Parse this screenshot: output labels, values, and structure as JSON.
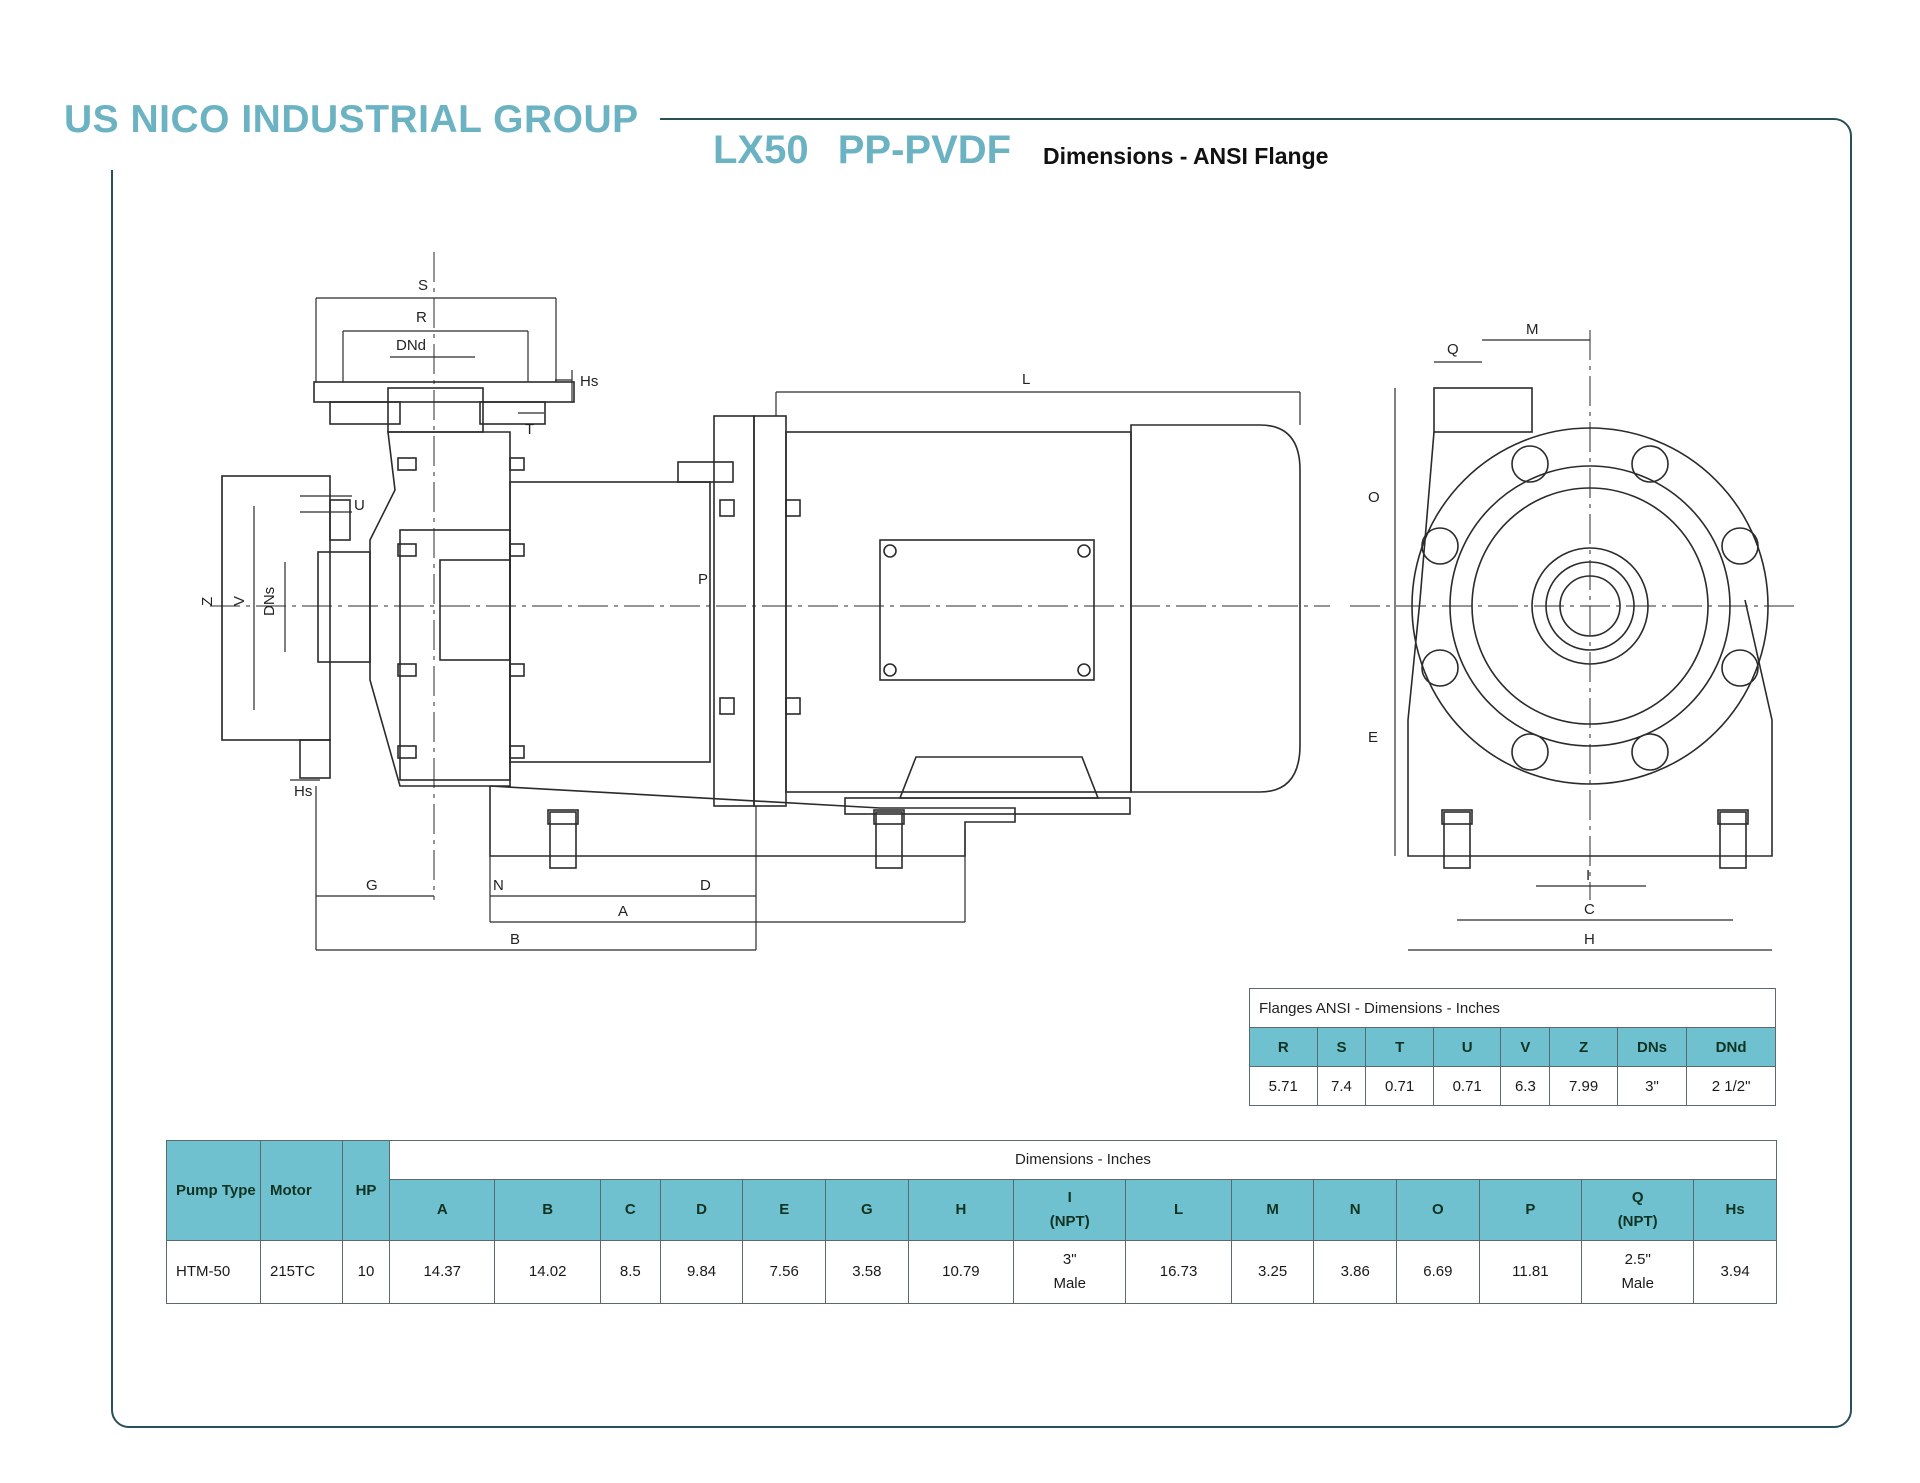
{
  "header": {
    "company": "US NICO INDUSTRIAL GROUP",
    "model": "LX50   PP-PVDF",
    "subtitle": "Dimensions - ANSI Flange"
  },
  "drawing_labels": {
    "S": "S",
    "R": "R",
    "DNd": "DNd",
    "Hs_top": "Hs",
    "T": "T",
    "U": "U",
    "Z": "Z",
    "V": "V",
    "DNs": "DNs",
    "Hs_bottom": "Hs",
    "L": "L",
    "P": "P",
    "G": "G",
    "N": "N",
    "D": "D",
    "A": "A",
    "B": "B",
    "Q": "Q",
    "M": "M",
    "O": "O",
    "E": "E",
    "I": "I",
    "C": "C",
    "H": "H"
  },
  "flanges_table": {
    "caption": "Flanges ANSI - Dimensions - Inches",
    "headers": [
      "R",
      "S",
      "T",
      "U",
      "V",
      "Z",
      "DNs",
      "DNd"
    ],
    "values": [
      "5.71",
      "7.4",
      "0.71",
      "0.71",
      "6.3",
      "7.99",
      "3\"",
      "2 1/2\""
    ]
  },
  "dimensions_table": {
    "caption": "Dimensions - Inches",
    "headers": {
      "pump_type": "Pump Type",
      "motor": "Motor",
      "hp": "HP",
      "A": "A",
      "B": "B",
      "C": "C",
      "D": "D",
      "E": "E",
      "G": "G",
      "H": "H",
      "I": "I",
      "I_sub": "(NPT)",
      "L": "L",
      "M": "M",
      "N": "N",
      "O": "O",
      "P": "P",
      "Q": "Q",
      "Q_sub": "(NPT)",
      "Hs": "Hs"
    },
    "row": {
      "pump_type": "HTM-50",
      "motor": "215TC",
      "hp": "10",
      "A": "14.37",
      "B": "14.02",
      "C": "8.5",
      "D": "9.84",
      "E": "7.56",
      "G": "3.58",
      "H": "10.79",
      "I_line1": "3\"",
      "I_line2": "Male",
      "L": "16.73",
      "M": "3.25",
      "N": "3.86",
      "O": "6.69",
      "P": "11.81",
      "Q_line1": "2.5\"",
      "Q_line2": "Male",
      "Hs": "3.94"
    }
  }
}
